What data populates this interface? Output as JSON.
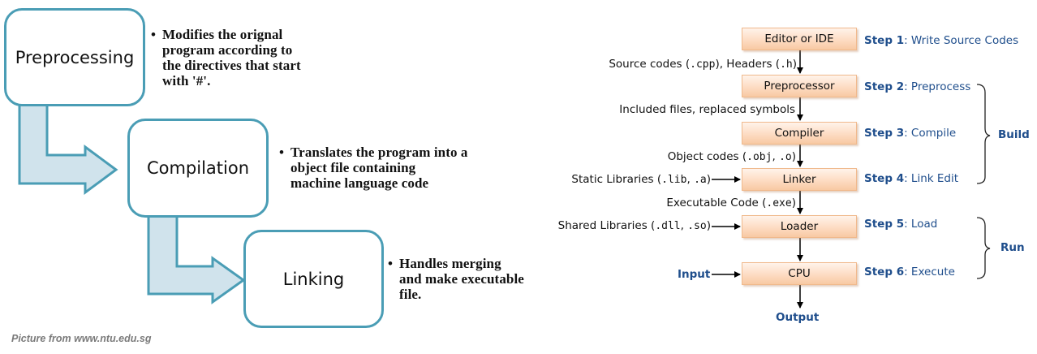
{
  "left_diagram": {
    "stages": [
      {
        "label": "Preprocessing",
        "description_lines": [
          "Modifies the orignal",
          "program according to",
          "the directives that start",
          "with '#'."
        ]
      },
      {
        "label": "Compilation",
        "description_lines": [
          "Translates the program into a",
          "object file containing",
          "machine language code"
        ]
      },
      {
        "label": "Linking",
        "description_lines": [
          "Handles merging",
          "and make executable",
          "file."
        ]
      }
    ],
    "bullet_glyph": "•",
    "caption": "Picture from www.ntu.edu.sg",
    "colors": {
      "box_border": "#4a9db5",
      "arrow_fill": "#d0e3ec",
      "arrow_stroke": "#4a9db5"
    }
  },
  "right_diagram": {
    "boxes": [
      {
        "label": "Editor or IDE"
      },
      {
        "label": "Preprocessor"
      },
      {
        "label": "Compiler"
      },
      {
        "label": "Linker"
      },
      {
        "label": "Loader"
      },
      {
        "label": "CPU"
      }
    ],
    "flow_labels": {
      "source": {
        "text": "Source codes (",
        "code1": ".cpp",
        "mid": "), Headers (",
        "code2": ".h",
        "end": ")"
      },
      "included": {
        "text": "Included files, replaced symbols"
      },
      "object": {
        "text": "Object codes (",
        "code1": ".obj",
        "mid": ", ",
        "code2": ".o",
        "end": ")"
      },
      "static": {
        "text": "Static Libraries (",
        "code1": ".lib",
        "mid": ", ",
        "code2": ".a",
        "end": ")"
      },
      "executable": {
        "text": "Executable Code (",
        "code1": ".exe",
        "end": ")"
      },
      "shared": {
        "text": "Shared Libraries (",
        "code1": ".dll",
        "mid": ", ",
        "code2": ".so",
        "end": ")"
      }
    },
    "steps": [
      {
        "prefix": "Step 1",
        "text": ": Write Source Codes"
      },
      {
        "prefix": "Step 2",
        "text": ": Preprocess"
      },
      {
        "prefix": "Step 3",
        "text": ": Compile"
      },
      {
        "prefix": "Step 4",
        "text": ": Link Edit"
      },
      {
        "prefix": "Step 5",
        "text": ": Load"
      },
      {
        "prefix": "Step 6",
        "text": ": Execute"
      }
    ],
    "groups": {
      "build": "Build",
      "run": "Run"
    },
    "io": {
      "input": "Input",
      "output": "Output"
    },
    "colors": {
      "step_text": "#1f4e8c",
      "box_fill_top": "#fff3ea",
      "box_fill_bottom": "#f8c9a3",
      "box_border": "#f0b98c"
    }
  }
}
